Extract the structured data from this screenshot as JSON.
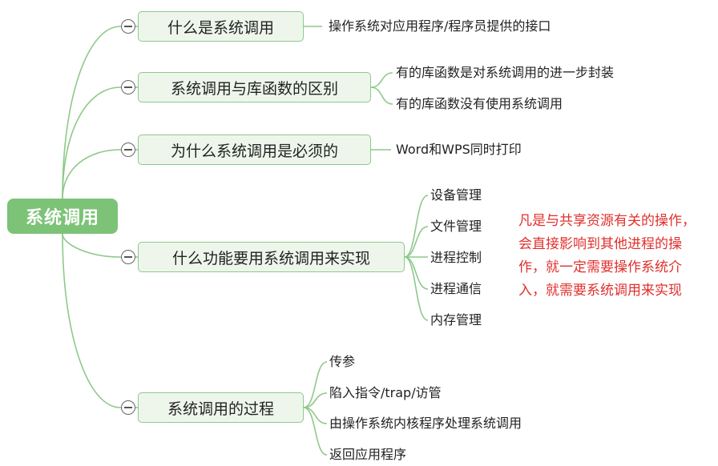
{
  "root": {
    "label": "系统调用"
  },
  "topics": [
    {
      "id": "what",
      "label": "什么是系统调用",
      "children": [
        "操作系统对应用程序/程序员提供的接口"
      ]
    },
    {
      "id": "diff",
      "label": "系统调用与库函数的区别",
      "children": [
        "有的库函数是对系统调用的进一步封装",
        "有的库函数没有使用系统调用"
      ]
    },
    {
      "id": "why",
      "label": "为什么系统调用是必须的",
      "children": [
        "Word和WPS同时打印"
      ]
    },
    {
      "id": "func",
      "label": "什么功能要用系统调用来实现",
      "children": [
        "设备管理",
        "文件管理",
        "进程控制",
        "进程通信",
        "内存管理"
      ],
      "note": "凡是与共享资源有关的操作，会直接影响到其他进程的操作，就一定需要操作系统介入，就需要系统调用来实现"
    },
    {
      "id": "process",
      "label": "系统调用的过程",
      "children": [
        "传参",
        "陷入指令/trap/访管",
        "由操作系统内核程序处理系统调用",
        "返回应用程序"
      ]
    }
  ],
  "colors": {
    "line": "#8ec98a",
    "root_fill": "#7cc378",
    "topic_fill": "#eef6ec",
    "note_text": "#e0302d"
  },
  "icons": {
    "collapse": "minus-circle-icon"
  }
}
